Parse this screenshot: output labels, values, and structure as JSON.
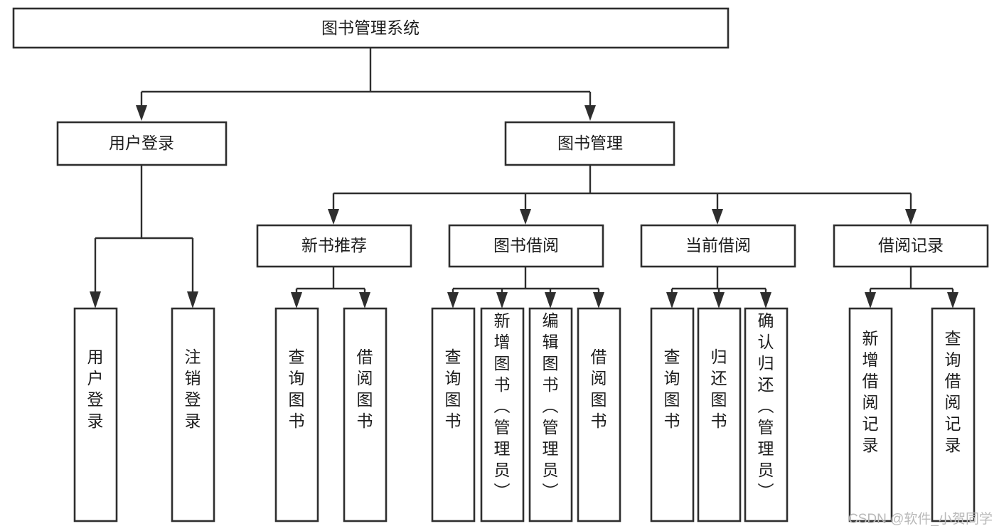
{
  "diagram": {
    "title": "图书管理系统",
    "type": "hierarchy-tree",
    "root": {
      "id": "root",
      "label": "图书管理系统",
      "level": 0
    },
    "level1": [
      {
        "id": "user-login",
        "label": "用户登录"
      },
      {
        "id": "book-management",
        "label": "图书管理"
      }
    ],
    "level2": [
      {
        "id": "new-book-recommend",
        "label": "新书推荐",
        "parent": "book-management"
      },
      {
        "id": "book-borrow",
        "label": "图书借阅",
        "parent": "book-management"
      },
      {
        "id": "current-borrow",
        "label": "当前借阅",
        "parent": "book-management"
      },
      {
        "id": "borrow-record",
        "label": "借阅记录",
        "parent": "book-management"
      }
    ],
    "leaves": {
      "user-login": [
        {
          "id": "leaf-user-login",
          "label": "用户登录"
        },
        {
          "id": "leaf-logout",
          "label": "注销登录"
        }
      ],
      "new-book-recommend": [
        {
          "id": "leaf-query-book-1",
          "label": "查询图书"
        },
        {
          "id": "leaf-borrow-book-1",
          "label": "借阅图书"
        }
      ],
      "book-borrow": [
        {
          "id": "leaf-query-book-2",
          "label": "查询图书"
        },
        {
          "id": "leaf-add-book",
          "label": "新增图书（管理员）"
        },
        {
          "id": "leaf-edit-book",
          "label": "编辑图书（管理员）"
        },
        {
          "id": "leaf-borrow-book-2",
          "label": "借阅图书"
        }
      ],
      "current-borrow": [
        {
          "id": "leaf-query-book-3",
          "label": "查询图书"
        },
        {
          "id": "leaf-return-book",
          "label": "归还图书"
        },
        {
          "id": "leaf-confirm-return",
          "label": "确认归还（管理员）"
        }
      ],
      "borrow-record": [
        {
          "id": "leaf-add-record",
          "label": "新增借阅记录"
        },
        {
          "id": "leaf-query-record",
          "label": "查询借阅记录"
        }
      ]
    },
    "colors": {
      "background": "#ffffff",
      "box_fill": "#ffffff",
      "box_stroke": "#2e2e2e",
      "connector": "#2e2e2e",
      "label_text": "#1d1d1d",
      "watermark": "#b9b9b9"
    }
  },
  "watermark": {
    "text": "CSDN @软件_小贺同学"
  }
}
